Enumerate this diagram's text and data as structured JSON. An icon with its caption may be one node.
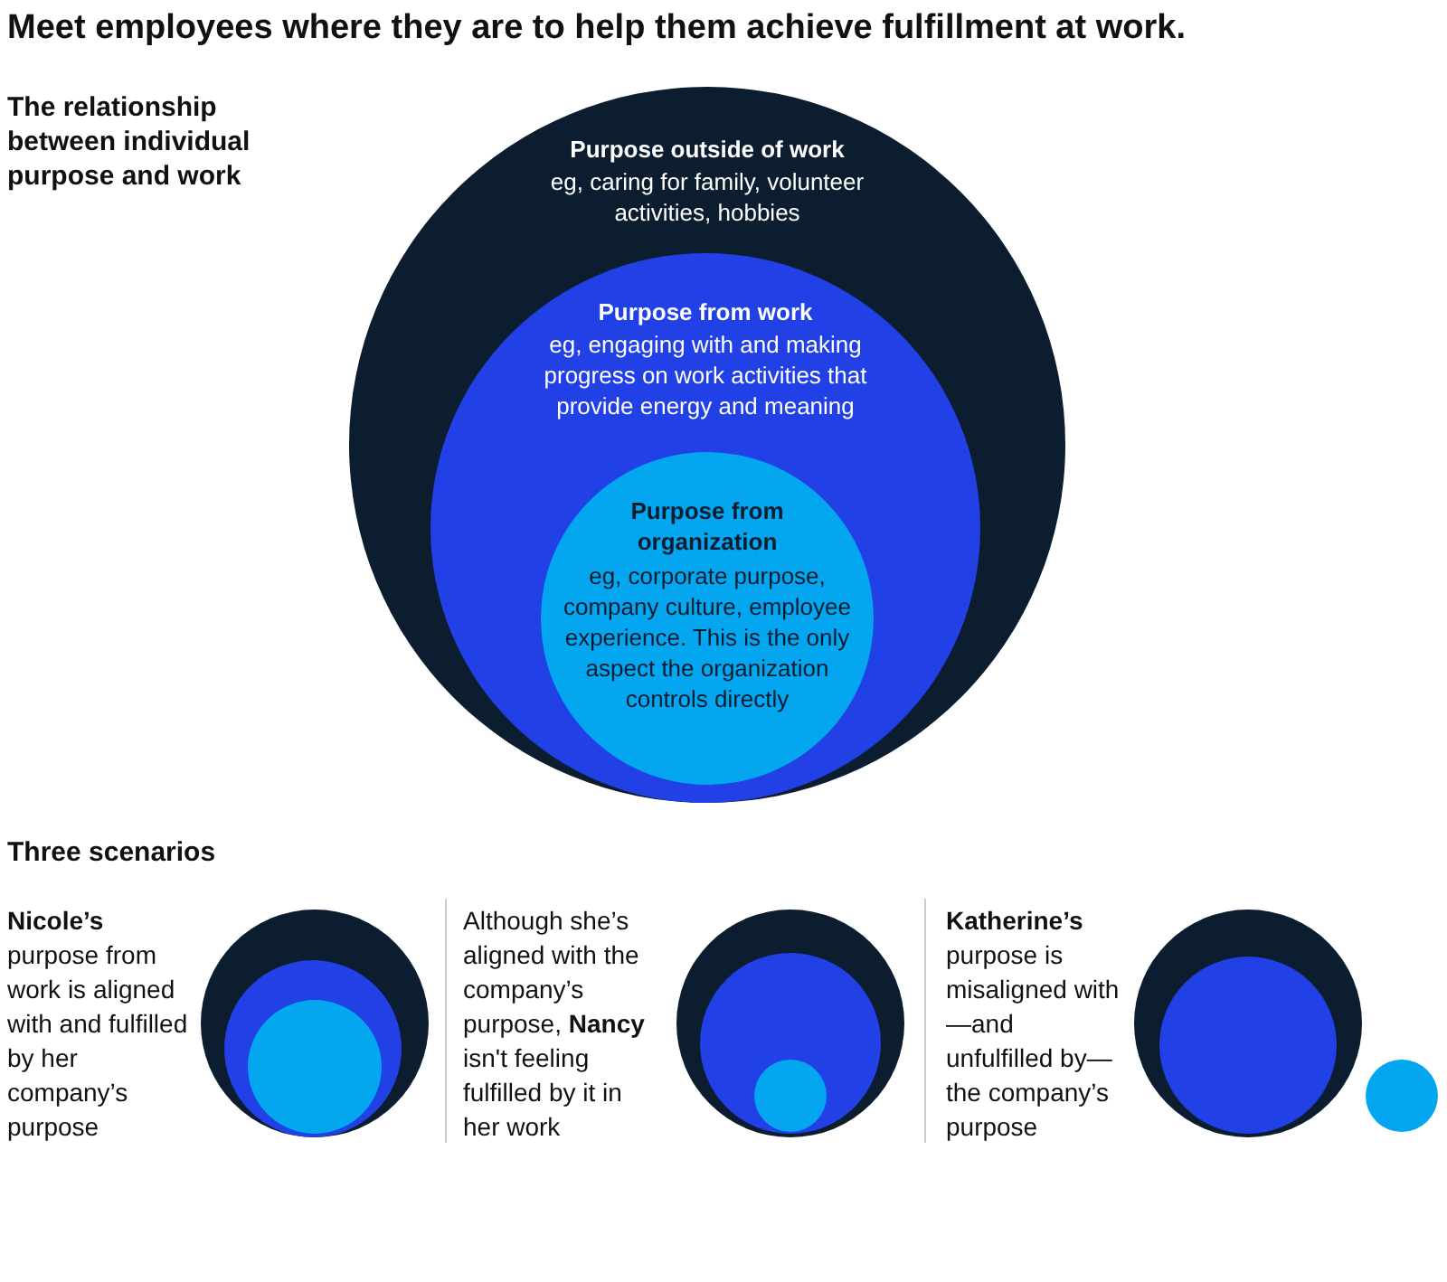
{
  "diagram": {
    "title": "Meet employees where they are to help them achieve fulfillment at work.",
    "nodes": [
      {
        "text": [
          "Purpose outside of work",
          "eg, caring for family, volunteer activities, hobbies"
        ]
      },
      {
        "text": [
          "Purpose from work",
          "eg, engaging with and making progress on work activities that provide energy and meaning"
        ],
        "in": 0
      },
      {
        "text": [
          "Purpose from organization",
          "eg, corporate purpose, company culture, employee experience. This is the only aspect the organization controls directly"
        ],
        "in": 1
      },
      {
        "text": [],
        "shape": "circle"
      },
      {
        "text": [],
        "shape": "circle",
        "in": 3
      },
      {
        "text": [],
        "shape": "circle",
        "in": 4
      },
      {
        "text": [],
        "shape": "circle"
      },
      {
        "text": [],
        "shape": "circle",
        "in": 6
      },
      {
        "text": [],
        "shape": "circle",
        "in": 7
      },
      {
        "text": [],
        "shape": "circle"
      },
      {
        "text": [],
        "shape": "circle",
        "in": 9
      },
      {
        "text": [],
        "shape": "circle"
      }
    ],
    "edges": [],
    "labels": [
      "The relationship between individual purpose and work",
      "Three scenarios",
      "**Nicole’s** purpose from work is aligned with and fulfilled by her company’s purpose",
      "Although she’s aligned with the company’s purpose, **Nancy** isn't feeling fulfilled by it in her work",
      "**Katherine’s** purpose is misaligned with—and unfulfilled by—the company’s purpose"
    ]
  }
}
